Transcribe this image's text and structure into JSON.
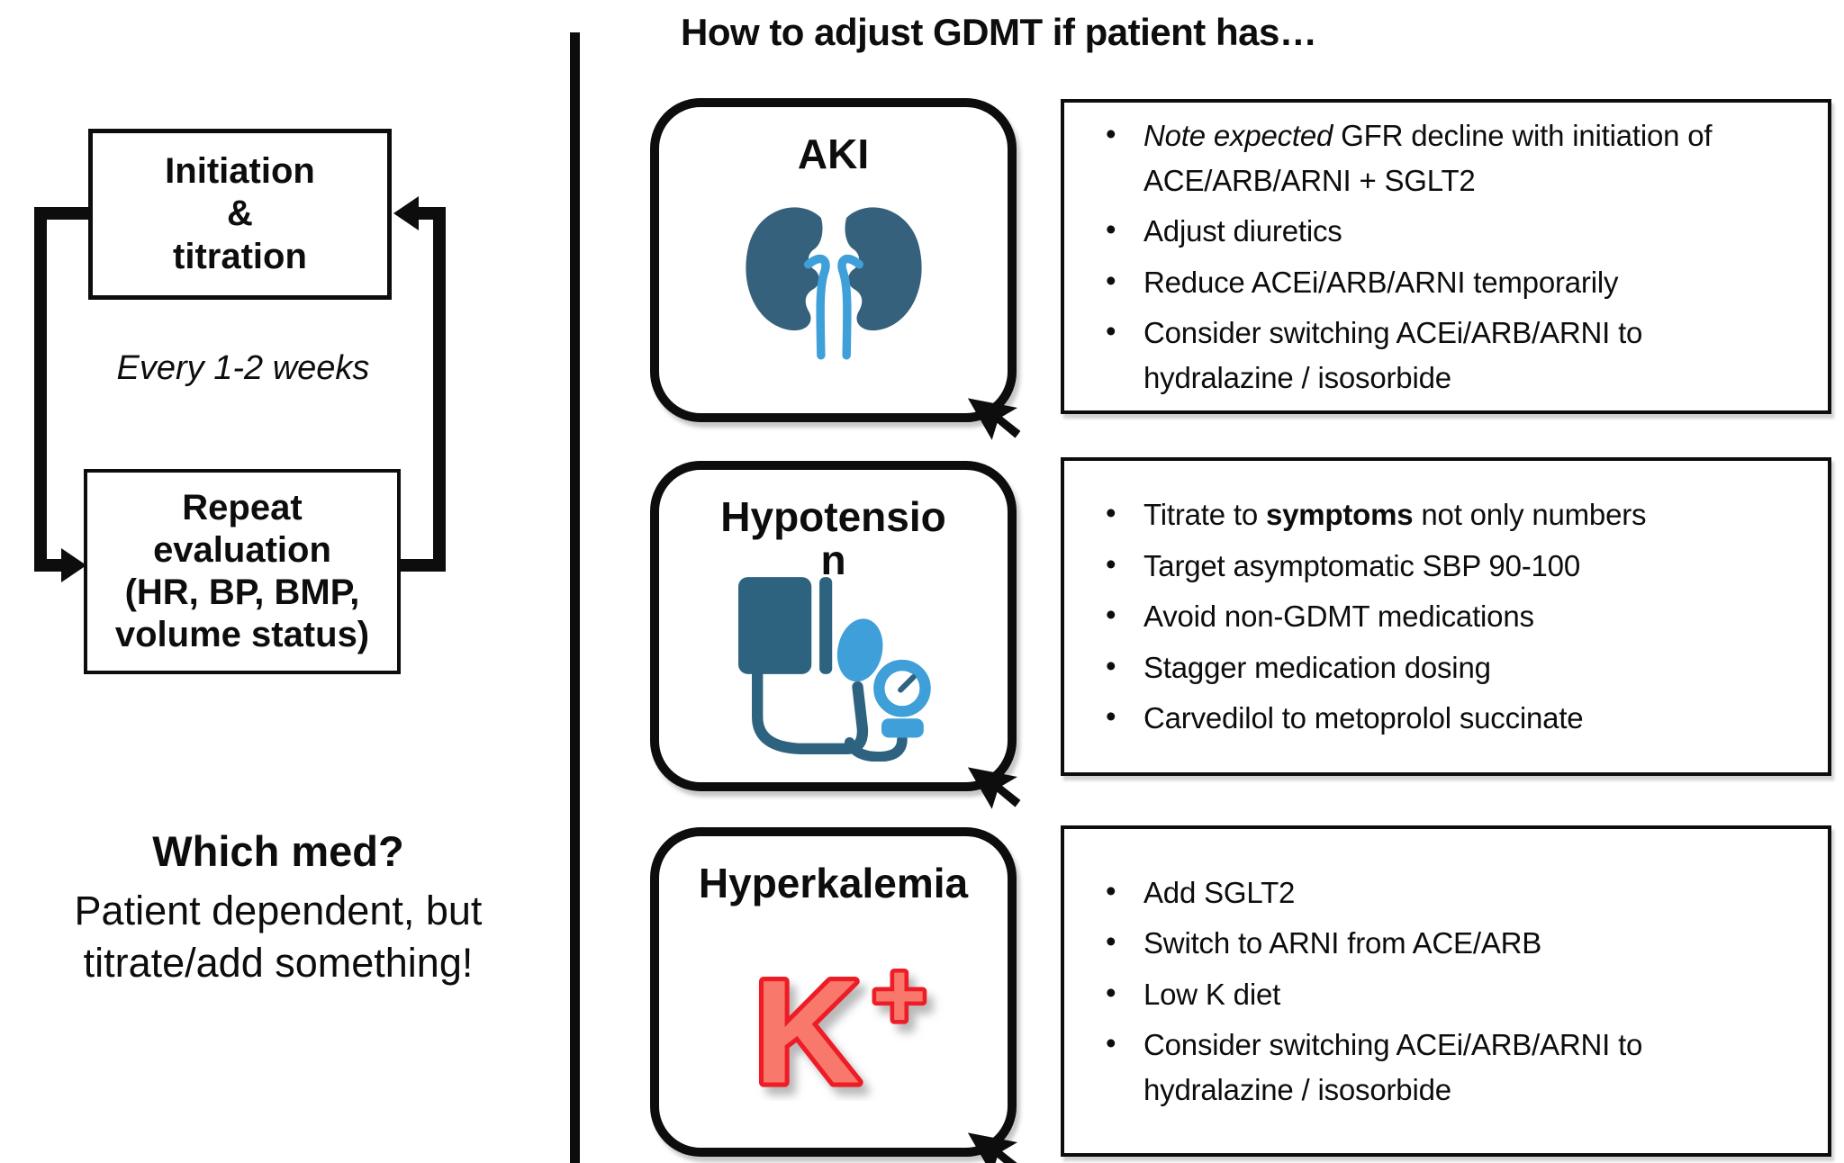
{
  "left": {
    "initiation_label": "Initiation\n&\ntitration",
    "interval_label": "Every 1-2 weeks",
    "repeat_label": "Repeat\nevaluation\n(HR, BP, BMP,\nvolume status)",
    "which_med": {
      "title": "Which med?",
      "body": "Patient dependent, but\ntitrate/add something!"
    }
  },
  "right": {
    "title": "How to adjust GDMT if patient has…",
    "rows": [
      {
        "label": "AKI",
        "icon": "kidneys-icon",
        "bullets": [
          [
            {
              "t": "Note expected",
              "i": true
            },
            {
              "t": " GFR decline with initiation of\nACE/ARB/ARNI + SGLT2"
            }
          ],
          [
            {
              "t": "Adjust diuretics"
            }
          ],
          [
            {
              "t": "Reduce ACEi/ARB/ARNI temporarily"
            }
          ],
          [
            {
              "t": "Consider switching ACEi/ARB/ARNI to\nhydralazine / isosorbide"
            }
          ]
        ]
      },
      {
        "label": "Hypotensio\nn",
        "icon": "blood-pressure-monitor-icon",
        "bullets": [
          [
            {
              "t": "Titrate to "
            },
            {
              "t": "symptoms",
              "b": true
            },
            {
              "t": " not only numbers"
            }
          ],
          [
            {
              "t": "Target asymptomatic SBP 90-100"
            }
          ],
          [
            {
              "t": "Avoid non-GDMT medications"
            }
          ],
          [
            {
              "t": "Stagger medication dosing"
            }
          ],
          [
            {
              "t": "Carvedilol to metoprolol succinate"
            }
          ]
        ]
      },
      {
        "label": "Hyperkalemia",
        "icon": "potassium-icon",
        "k_letter": "K",
        "k_plus": "+",
        "bullets": [
          [
            {
              "t": "Add SGLT2"
            }
          ],
          [
            {
              "t": "Switch to ARNI from ACE/ARB"
            }
          ],
          [
            {
              "t": "Low K diet"
            }
          ],
          [
            {
              "t": "Consider switching ACEi/ARB/ARNI to\nhydralazine / isosorbide"
            }
          ]
        ]
      }
    ]
  },
  "colors": {
    "ink": "#0d0d0d",
    "kidney_dark": "#35617c",
    "ureter_blue": "#3fa0d9",
    "bp_dark": "#2e6380",
    "bp_light": "#3f9fd8",
    "k_fill": "#f8796c",
    "k_stroke": "#ee1c25"
  }
}
